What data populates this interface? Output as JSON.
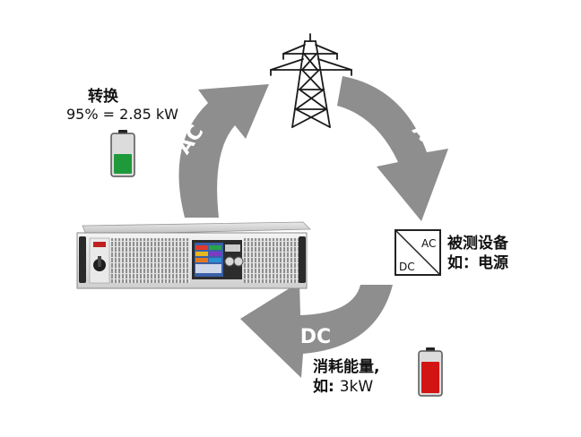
{
  "diagram": {
    "arrows": {
      "top_left": "AC",
      "top_right": "AC",
      "bottom": "DC"
    },
    "conversion": {
      "title": "转换",
      "value": "95% = 2.85 kW"
    },
    "dut": {
      "box_top": "AC",
      "box_bottom": "DC",
      "label_line1": "被测设备",
      "label_line2": "如：电源"
    },
    "consumption": {
      "line1": "消耗能量,",
      "line2_prefix": "如: ",
      "line2_value": "3kW"
    },
    "icons": {
      "grid": "power-tower-icon",
      "battery_charging": "battery-half-icon",
      "battery_load": "battery-red-icon",
      "device": "electronic-load-device-icon",
      "converter": "ac-dc-converter-icon"
    },
    "colors": {
      "arrow": "#8e8e8e",
      "battery_green": "#1f9a3a",
      "battery_red": "#d21414"
    }
  }
}
